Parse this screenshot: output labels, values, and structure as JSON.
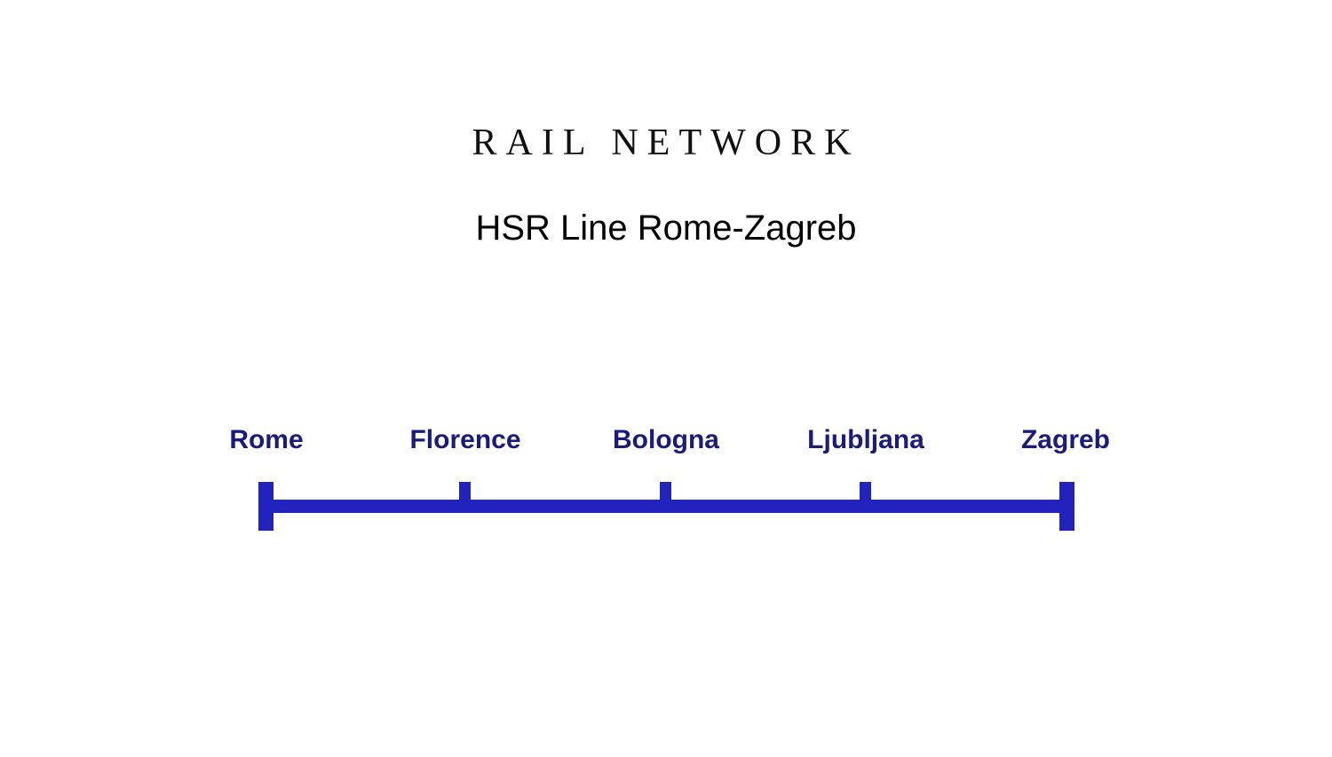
{
  "header": {
    "title": "RAIL NETWORK",
    "subtitle": "HSR Line Rome-Zagreb"
  },
  "diagram": {
    "type": "rail-line",
    "line_color": "#2222bd",
    "label_color": "#1b1b7e",
    "stations": [
      {
        "name": "Rome",
        "terminus": true
      },
      {
        "name": "Florence",
        "terminus": false
      },
      {
        "name": "Bologna",
        "terminus": false
      },
      {
        "name": "Ljubljana",
        "terminus": false
      },
      {
        "name": "Zagreb",
        "terminus": true
      }
    ]
  }
}
